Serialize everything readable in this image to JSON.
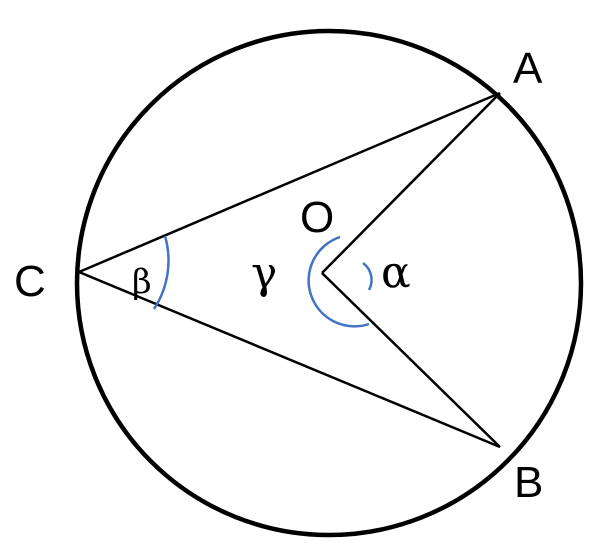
{
  "points": {
    "A": "A",
    "B": "B",
    "C": "C",
    "O": "O"
  },
  "angles": {
    "alpha": "α",
    "beta": "β",
    "gamma": "γ"
  },
  "colors": {
    "line": "#000000",
    "arc": "#4472c4",
    "background": "#ffffff"
  }
}
